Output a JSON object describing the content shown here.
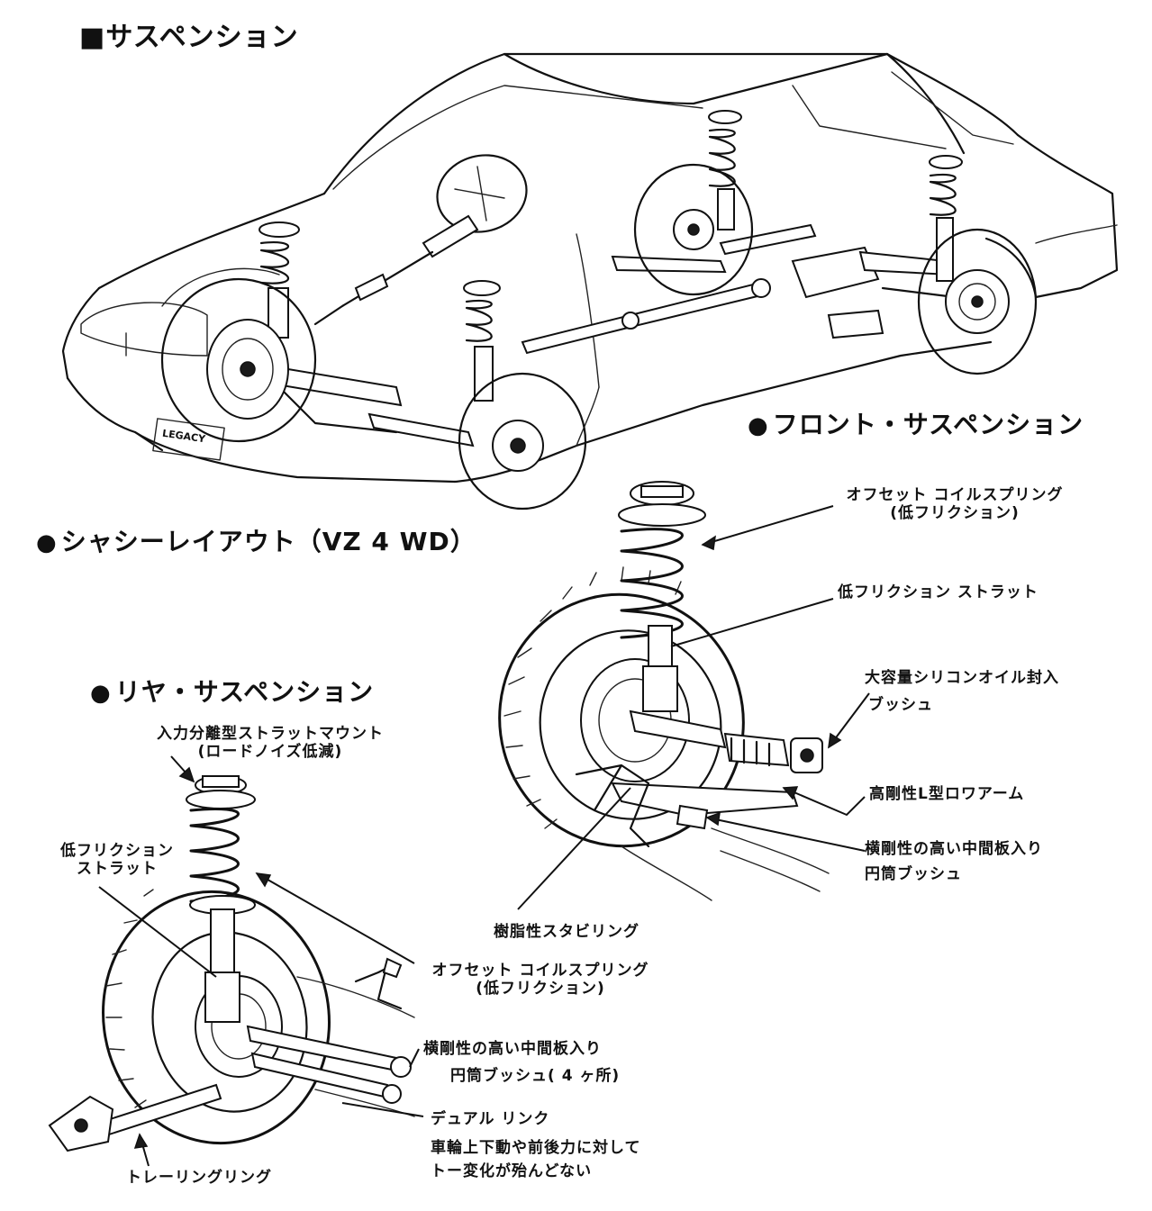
{
  "title": "■サスペンション",
  "bullet": "●",
  "sections": {
    "chassis": "シャシーレイアウト（VZ 4 WD）",
    "front": "フロント・サスペンション",
    "rear": "リヤ・サスペンション"
  },
  "front_labels": {
    "offset_coil_1": "オフセット コイルスプリング",
    "offset_coil_2": "(低フリクション)",
    "low_friction_strut": "低フリクション ストラット",
    "silicone_bush_1": "大容量シリコンオイル封入",
    "silicone_bush_2": "ブッシュ",
    "l_lower_arm": "高剛性L型ロワアーム",
    "cyl_bush_1": "横剛性の高い中間板入り",
    "cyl_bush_2": "円筒ブッシュ",
    "stabilizer": "樹脂性スタビリング"
  },
  "rear_labels": {
    "strut_mount_1": "入力分離型ストラットマウント",
    "strut_mount_2": "(ロードノイズ低減)",
    "low_friction_strut_1": "低フリクション",
    "low_friction_strut_2": "ストラット",
    "offset_coil_1": "オフセット コイルスプリング",
    "offset_coil_2": "(低フリクション)",
    "cyl_bush_1": "横剛性の高い中間板入り",
    "cyl_bush_2": "円筒ブッシュ( 4 ヶ所)",
    "dual_link": "デュアル リンク",
    "dual_link_note_1": "車輪上下動や前後力に対して",
    "dual_link_note_2": "トー変化が殆んどない",
    "trailing_link": "トレーリングリング"
  },
  "car_badge": "LEGACY"
}
